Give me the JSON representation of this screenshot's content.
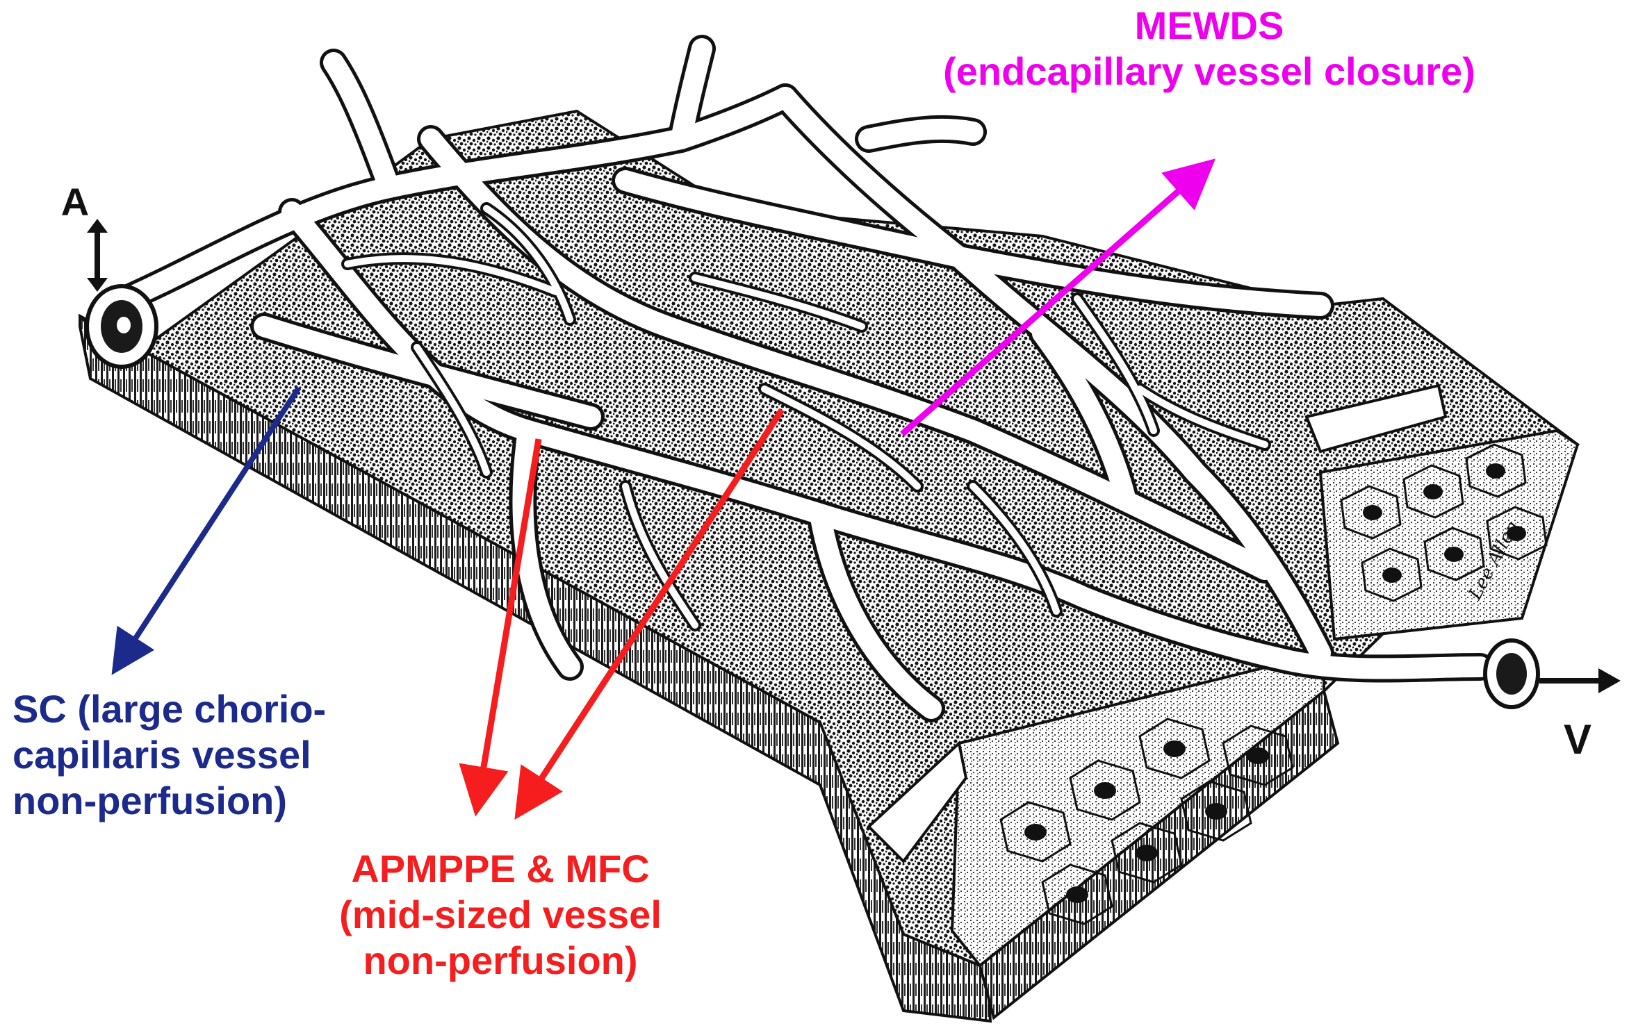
{
  "diagram": {
    "axis_labels": {
      "artery": "A",
      "vein": "V"
    },
    "signature": "Lee Allen"
  },
  "labels": {
    "mewds": {
      "line1": "MEWDS",
      "line2": "(endcapillary vessel closure)",
      "color": "#ee00ee"
    },
    "sc": {
      "line1": "SC (large chorio-",
      "line2": "capillaris vessel",
      "line3": "non-perfusion)",
      "color": "#1c2a8c"
    },
    "apmppe": {
      "line1": "APMPPE & MFC",
      "line2": "(mid-sized vessel",
      "line3": "non-perfusion)",
      "color": "#f51d1d"
    }
  }
}
